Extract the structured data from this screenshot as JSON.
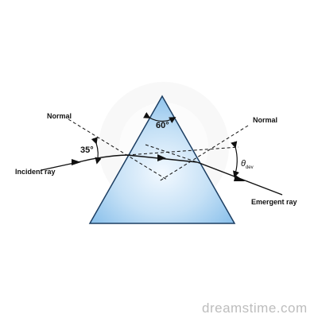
{
  "labels": {
    "normal_left": "Normal",
    "normal_right": "Normal",
    "incident_ray": "Incident ray",
    "emergent_ray": "Emergent ray",
    "apex_angle": "60°",
    "incidence_angle": "35°",
    "deviation_symbol": "θ",
    "deviation_subscript": "dev"
  },
  "watermark": "dreamstime.com",
  "colors": {
    "prism_light": "#e8f3fc",
    "prism_dark": "#8fc3ec",
    "prism_edge": "#1c3e62",
    "rays": "#111111"
  }
}
